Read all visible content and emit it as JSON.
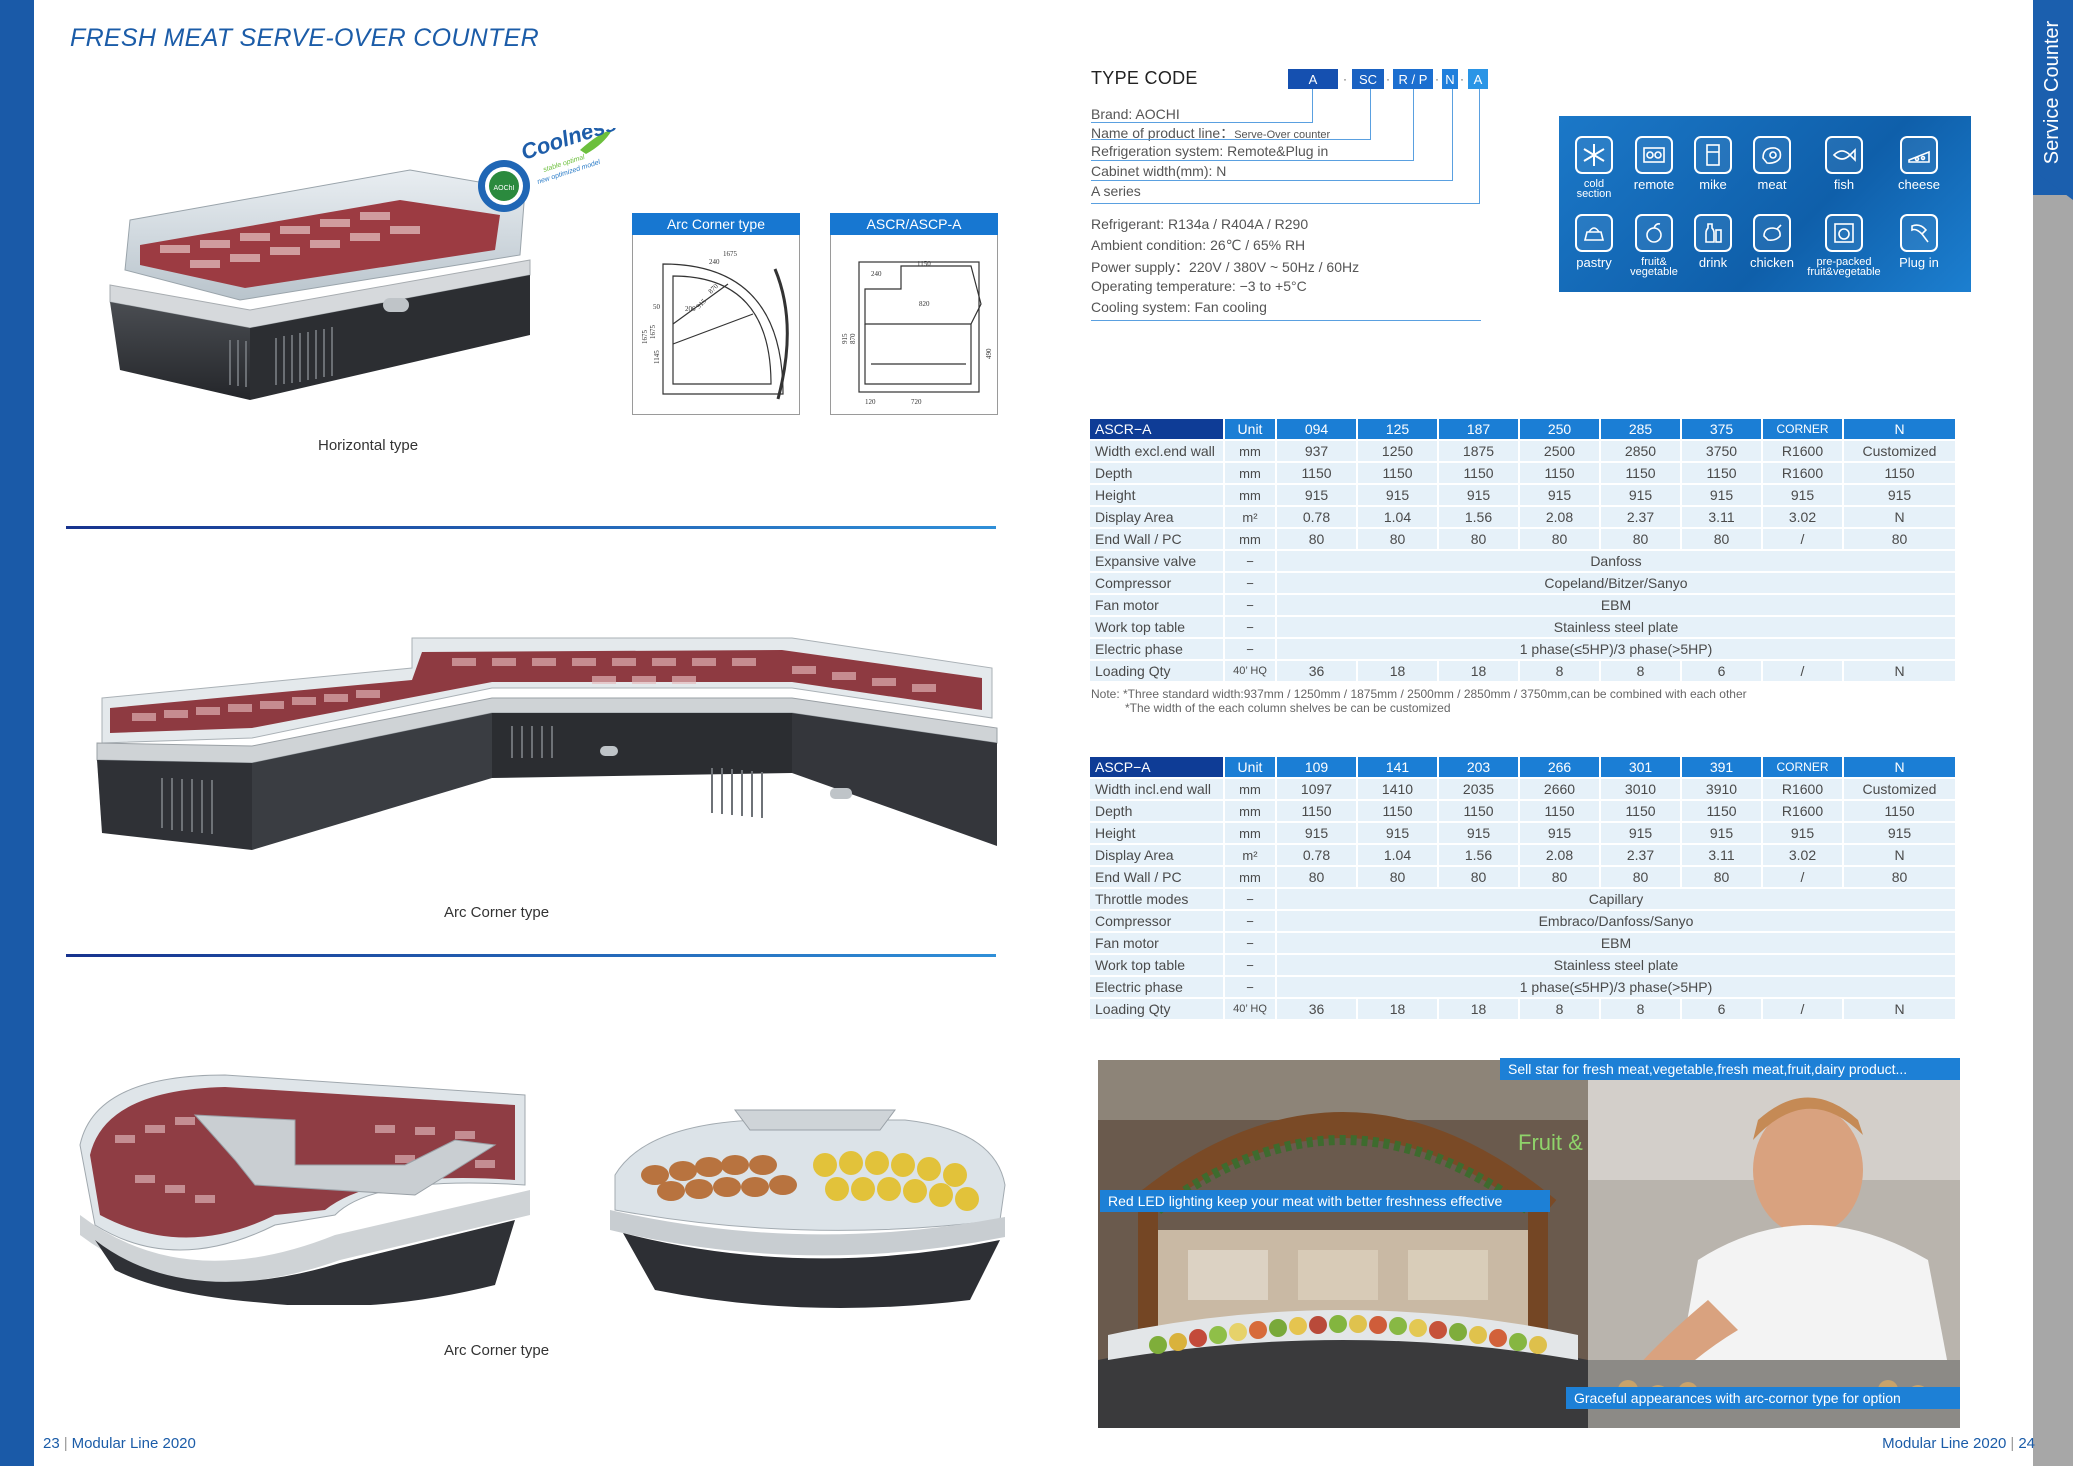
{
  "page_title": "FRESH MEAT SERVE-OVER COUNTER",
  "side_tab": "Service Counter",
  "captions": {
    "horizontal": "Horizontal type",
    "arc_corner_1": "Arc Corner type",
    "arc_corner_2": "Arc Corner type"
  },
  "logo": {
    "brand_mark": "Coolness",
    "sub_1": "stable optimal",
    "sub_2": "new optimized model",
    "seal_text": "AOChI"
  },
  "drawings": {
    "arc": {
      "title": "Arc Corner type",
      "dims": [
        "1675",
        "240",
        "1675",
        "50",
        "1145",
        "1675",
        "206",
        "915",
        "870"
      ]
    },
    "ascr": {
      "title": "ASCR/ASCP-A",
      "dims": [
        "1150",
        "240",
        "820",
        "915",
        "870",
        "490",
        "120",
        "720"
      ]
    }
  },
  "type_code": {
    "title": "TYPE CODE",
    "boxes": [
      "A",
      "SC",
      "R / P",
      "N",
      "A"
    ],
    "separator": "·",
    "lines": {
      "brand": "Brand: AOCHI",
      "product_line_label": "Name of product line：",
      "product_line_value": "Serve-Over counter",
      "refrigeration": "Refrigeration system: Remote&Plug in",
      "width": "Cabinet width(mm): N",
      "series": "A series"
    }
  },
  "specs": [
    "Refrigerant: R134a / R404A / R290",
    "Ambient condition: 26℃ / 65% RH",
    "Power supply：220V / 380V ~ 50Hz / 60Hz",
    "Operating temperature: −3 to +5°C",
    "Cooling system: Fan cooling"
  ],
  "icons": [
    {
      "name": "snowflake-icon",
      "label": "cold section"
    },
    {
      "name": "remote-icon",
      "label": "remote"
    },
    {
      "name": "milk-icon",
      "label": "mike"
    },
    {
      "name": "meat-icon",
      "label": "meat"
    },
    {
      "name": "fish-icon",
      "label": "fish"
    },
    {
      "name": "cheese-icon",
      "label": "cheese"
    },
    {
      "name": "pastry-icon",
      "label": "pastry"
    },
    {
      "name": "fruit-vegetable-icon",
      "label": "fruit& vegetable"
    },
    {
      "name": "drink-icon",
      "label": "drink"
    },
    {
      "name": "chicken-icon",
      "label": "chicken"
    },
    {
      "name": "pre-packed-icon",
      "label": "pre-packed fruit&vegetable"
    },
    {
      "name": "plug-in-icon",
      "label": "Plug in"
    }
  ],
  "table_ascr": {
    "header": [
      "ASCR−A",
      "Unit",
      "094",
      "125",
      "187",
      "250",
      "285",
      "375",
      "CORNER",
      "N"
    ],
    "rows": [
      [
        "Width excl.end wall",
        "mm",
        "937",
        "1250",
        "1875",
        "2500",
        "2850",
        "3750",
        "R1600",
        "Customized"
      ],
      [
        "Depth",
        "mm",
        "1150",
        "1150",
        "1150",
        "1150",
        "1150",
        "1150",
        "R1600",
        "1150"
      ],
      [
        "Height",
        "mm",
        "915",
        "915",
        "915",
        "915",
        "915",
        "915",
        "915",
        "915"
      ],
      [
        "Display Area",
        "m²",
        "0.78",
        "1.04",
        "1.56",
        "2.08",
        "2.37",
        "3.11",
        "3.02",
        "N"
      ],
      [
        "End Wall / PC",
        "mm",
        "80",
        "80",
        "80",
        "80",
        "80",
        "80",
        "/",
        "80"
      ]
    ],
    "span_rows": [
      [
        "Expansive valve",
        "−",
        "Danfoss"
      ],
      [
        "Compressor",
        "−",
        "Copeland/Bitzer/Sanyo"
      ],
      [
        "Fan motor",
        "−",
        "EBM"
      ],
      [
        "Work top table",
        "−",
        "Stainless steel plate"
      ],
      [
        "Electric phase",
        "−",
        "1 phase(≤5HP)/3 phase(>5HP)"
      ]
    ],
    "last_row": [
      "Loading Qty",
      "40’ HQ",
      "36",
      "18",
      "18",
      "8",
      "8",
      "6",
      "/",
      "N"
    ]
  },
  "note": {
    "line1": "Note: *Three standard width:937mm / 1250mm / 1875mm / 2500mm / 2850mm / 3750mm,can be combined with each other",
    "line2": "*The width of the each column shelves be can be customized"
  },
  "table_ascp": {
    "header": [
      "ASCP−A",
      "Unit",
      "109",
      "141",
      "203",
      "266",
      "301",
      "391",
      "CORNER",
      "N"
    ],
    "rows": [
      [
        "Width incl.end wall",
        "mm",
        "1097",
        "1410",
        "2035",
        "2660",
        "3010",
        "3910",
        "R1600",
        "Customized"
      ],
      [
        "Depth",
        "mm",
        "1150",
        "1150",
        "1150",
        "1150",
        "1150",
        "1150",
        "R1600",
        "1150"
      ],
      [
        "Height",
        "mm",
        "915",
        "915",
        "915",
        "915",
        "915",
        "915",
        "915",
        "915"
      ],
      [
        "Display Area",
        "m²",
        "0.78",
        "1.04",
        "1.56",
        "2.08",
        "2.37",
        "3.11",
        "3.02",
        "N"
      ],
      [
        "End Wall / PC",
        "mm",
        "80",
        "80",
        "80",
        "80",
        "80",
        "80",
        "/",
        "80"
      ]
    ],
    "span_rows": [
      [
        "Throttle modes",
        "−",
        "Capillary"
      ],
      [
        "Compressor",
        "−",
        "Embraco/Danfoss/Sanyo"
      ],
      [
        "Fan motor",
        "−",
        "EBM"
      ],
      [
        "Work top table",
        "−",
        "Stainless steel plate"
      ],
      [
        "Electric phase",
        "−",
        "1 phase(≤5HP)/3 phase(>5HP)"
      ]
    ],
    "last_row": [
      "Loading Qty",
      "40’ HQ",
      "36",
      "18",
      "18",
      "8",
      "8",
      "6",
      "/",
      "N"
    ]
  },
  "banners": {
    "top": "Sell star for fresh meat,vegetable,fresh meat,fruit,dairy product...",
    "middle": "Red LED lighting keep your meat with better freshness effective",
    "bottom": "Graceful appearances with arc-cornor type for option"
  },
  "store_sign": "Fruit & 果蔬",
  "footer": {
    "left_num": "23",
    "left_text": "Modular Line 2020",
    "right_text": "Modular Line 2020",
    "right_num": "24"
  }
}
